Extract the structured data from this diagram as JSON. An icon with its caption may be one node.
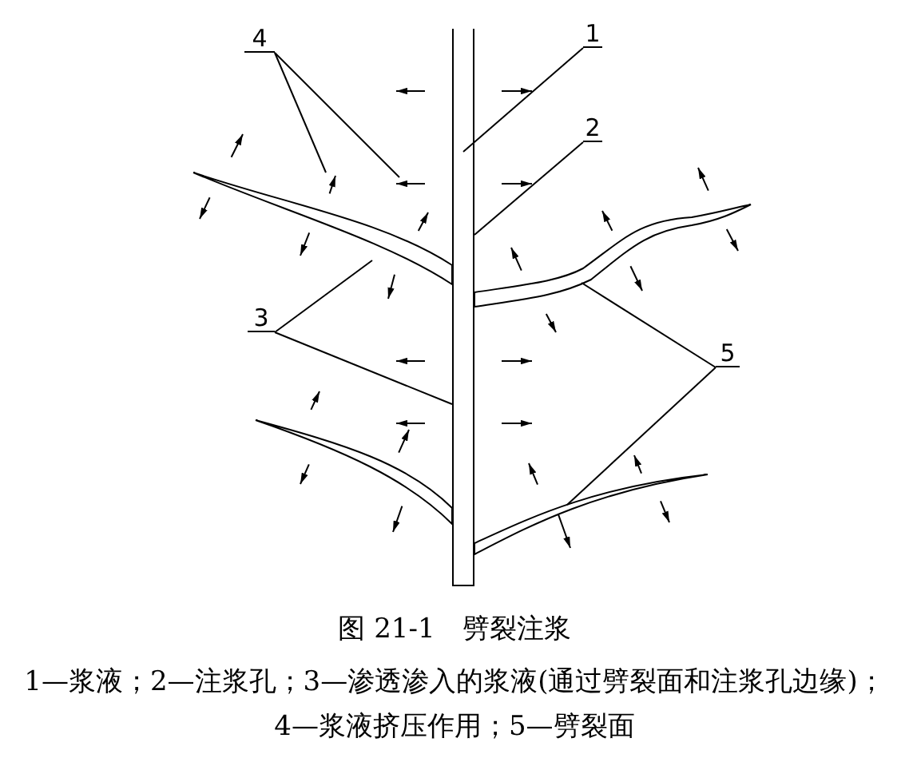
{
  "diagram": {
    "title": "图 21-1　劈裂注浆",
    "caption": "1—浆液；2—注浆孔；3—渗透渗入的浆液(通过劈裂面和注浆孔边缘)；4—浆液挤压作用；5—劈裂面",
    "nodes": [
      {
        "text": [
          "4"
        ]
      },
      {
        "text": [
          "1"
        ]
      },
      {
        "text": [
          "2"
        ]
      },
      {
        "text": [
          "3"
        ]
      },
      {
        "text": [
          "5"
        ]
      },
      {
        "text": [],
        "shape": "bar"
      },
      {
        "text": [],
        "shape": "crack"
      },
      {
        "text": [],
        "shape": "crack"
      },
      {
        "text": [],
        "shape": "crack"
      },
      {
        "text": [],
        "shape": "crack"
      }
    ],
    "edges": [
      {
        "from": 0,
        "to": null,
        "arrow": "none"
      },
      {
        "from": 0,
        "to": null,
        "arrow": "none"
      },
      {
        "from": 1,
        "to": 5,
        "arrow": "none"
      },
      {
        "from": 2,
        "to": 5,
        "arrow": "none"
      },
      {
        "from": 3,
        "to": 6,
        "arrow": "none"
      },
      {
        "from": 3,
        "to": 5,
        "arrow": "none"
      },
      {
        "from": 4,
        "to": 7,
        "arrow": "none"
      },
      {
        "from": 4,
        "to": 9,
        "arrow": "none"
      }
    ]
  }
}
